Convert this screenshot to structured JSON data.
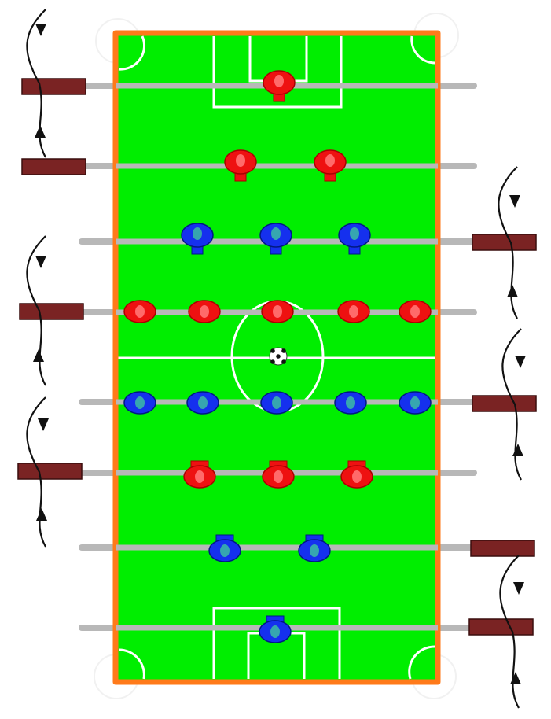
{
  "colors": {
    "background": "#ffffff",
    "pitch": "#00ee00",
    "frame": "#ff7a1a",
    "lines": "#ffffff",
    "rod": "#b8b8b8",
    "handle": "#7a2323",
    "handle_stroke": "#3a0e0e",
    "arrow": "#111111",
    "red_team": "#ee1111",
    "red_light": "#ff6a6a",
    "red_dark": "#aa0000",
    "blue_team": "#1530ee",
    "blue_light": "#36a6b0",
    "blue_dark": "#001a80",
    "ball_white": "#ffffff",
    "ball_black": "#111111"
  },
  "rods": [
    {
      "name": "red-goalkeeper-rod",
      "team": "red",
      "players": 1,
      "handle_side": "left"
    },
    {
      "name": "red-defense-rod",
      "team": "red",
      "players": 2,
      "handle_side": "left"
    },
    {
      "name": "blue-attack-rod",
      "team": "blue",
      "players": 3,
      "handle_side": "right"
    },
    {
      "name": "red-midfield-rod",
      "team": "red",
      "players": 5,
      "handle_side": "left"
    },
    {
      "name": "blue-midfield-rod",
      "team": "blue",
      "players": 5,
      "handle_side": "right"
    },
    {
      "name": "red-attack-rod",
      "team": "red",
      "players": 3,
      "handle_side": "left"
    },
    {
      "name": "blue-defense-rod",
      "team": "blue",
      "players": 2,
      "handle_side": "right"
    },
    {
      "name": "blue-goalkeeper-rod",
      "team": "blue",
      "players": 1,
      "handle_side": "right"
    }
  ],
  "rotation_arrows": {
    "left_side": [
      "red-goalkeeper-and-defense",
      "red-midfield",
      "red-attack"
    ],
    "right_side": [
      "blue-attack",
      "blue-midfield",
      "blue-defense-and-goalkeeper"
    ]
  }
}
